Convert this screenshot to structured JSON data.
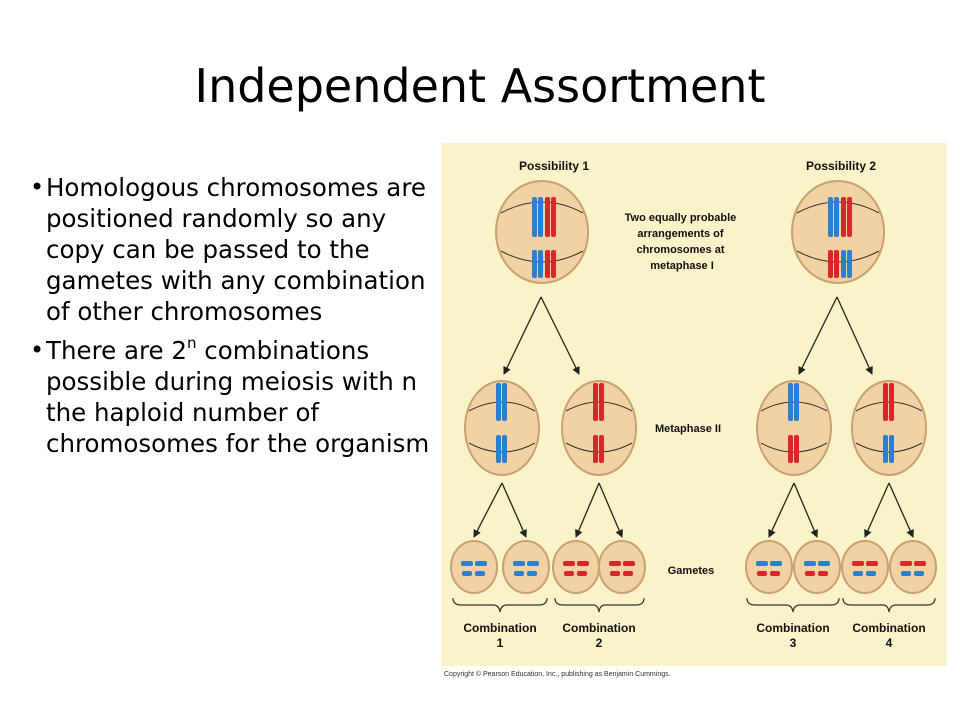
{
  "slide": {
    "title": "Independent Assortment",
    "bullets": [
      {
        "text": "Homologous chromosomes are positioned randomly so any copy can be passed to the gametes with any combination of other chromosomes"
      },
      {
        "pre": "There are 2",
        "sup": "n",
        "post": " combinations possible during meiosis with n the haploid number of chromosomes for the organism"
      }
    ]
  },
  "figure": {
    "possibility_1": "Possibility 1",
    "possibility_2": "Possibility 2",
    "arrangement_note": [
      "Two equally probable",
      "arrangements of",
      "chromosomes at",
      "metaphase I"
    ],
    "metaphase_ii": "Metaphase II",
    "gametes": "Gametes",
    "combination_label": "Combination",
    "combination_numbers": [
      "1",
      "2",
      "3",
      "4"
    ],
    "copyright": "Copyright © Pearson Education, Inc., publishing as Benjamin Cummings.",
    "colors": {
      "panel": "#faf2c8",
      "cell_fill": "#f2d2a2",
      "cell_stroke": "#c9a070",
      "chrom_blue": "#2a7fd0",
      "chrom_red": "#d8262a"
    }
  }
}
